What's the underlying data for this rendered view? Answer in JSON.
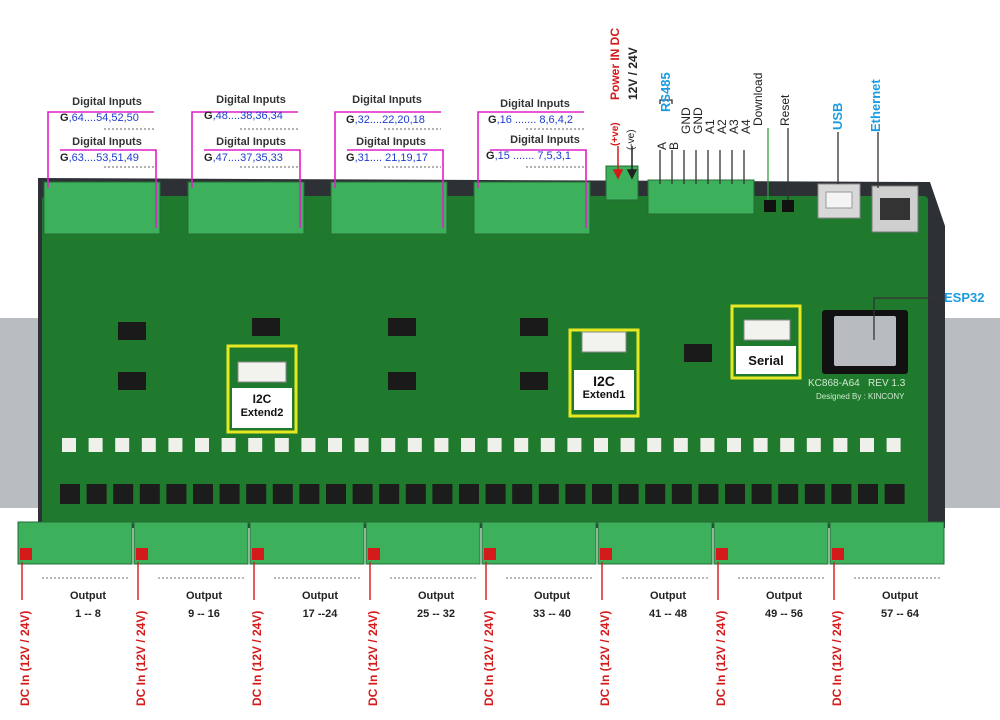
{
  "input_groups": [
    {
      "label_top": "Digital Inputs",
      "pins_top": [
        "G",
        "64....54,52,50"
      ],
      "label_bottom": "Digital Inputs",
      "pins_bottom": [
        "G",
        "63....53,51,49"
      ]
    },
    {
      "label_top": "Digital Inputs",
      "pins_top": [
        "G",
        "48....38,36,34"
      ],
      "label_bottom": "Digital Inputs",
      "pins_bottom": [
        "G",
        "47....37,35,33"
      ]
    },
    {
      "label_top": "Digital Inputs",
      "pins_top": [
        "G",
        "32....22,20,18"
      ],
      "label_bottom": "Digital Inputs",
      "pins_bottom": [
        "G",
        "31.... 21,19,17"
      ]
    },
    {
      "label_top": "Digital Inputs",
      "pins_top": [
        "G",
        "16 .......  8,6,4,2"
      ],
      "label_bottom": "Digital Inputs",
      "pins_bottom": [
        "G",
        "15 .......  7,5,3,1"
      ]
    }
  ],
  "power": {
    "title": "Power IN DC",
    "voltage": "12V / 24V",
    "plus": "(+ve)",
    "minus": "(-ve)"
  },
  "rs485": {
    "title": "RS485",
    "pins": [
      "A",
      "B",
      "GND",
      "GND",
      "A1",
      "A2",
      "A3",
      "A4"
    ]
  },
  "download_label": "Download",
  "reset_label": "Reset",
  "usb_label": "USB",
  "ethernet_label": "Ethernet",
  "esp32_label": "ESP32",
  "boxes": {
    "i2c_extend2": [
      "I2C",
      "Extend2"
    ],
    "i2c_extend1": [
      "I2C",
      "Extend1"
    ],
    "serial": [
      "Serial"
    ]
  },
  "board_silk": {
    "model": "KC868-A64",
    "rev": "REV 1.3",
    "designer": "Designed By : KINCONY"
  },
  "outputs": [
    {
      "label": "Output",
      "range": "1 -- 8",
      "dc": "DC In (12V / 24V)"
    },
    {
      "label": "Output",
      "range": "9 -- 16",
      "dc": "DC In (12V / 24V)"
    },
    {
      "label": "Output",
      "range": "17 --24",
      "dc": "DC In (12V / 24V)"
    },
    {
      "label": "Output",
      "range": "25 -- 32",
      "dc": "DC In (12V / 24V)"
    },
    {
      "label": "Output",
      "range": "33 -- 40",
      "dc": "DC In (12V / 24V)"
    },
    {
      "label": "Output",
      "range": "41 -- 48",
      "dc": "DC In (12V / 24V)"
    },
    {
      "label": "Output",
      "range": "49 -- 56",
      "dc": "DC In (12V / 24V)"
    },
    {
      "label": "Output",
      "range": "57 -- 64",
      "dc": "DC In (12V / 24V)"
    }
  ],
  "colors": {
    "pcb": "#1f7a2e",
    "terminal": "#3cb05a",
    "magenta": "#e020c8",
    "yellow": "#e8e820",
    "red": "#d41a1a",
    "blue": "#1a9ce0"
  }
}
